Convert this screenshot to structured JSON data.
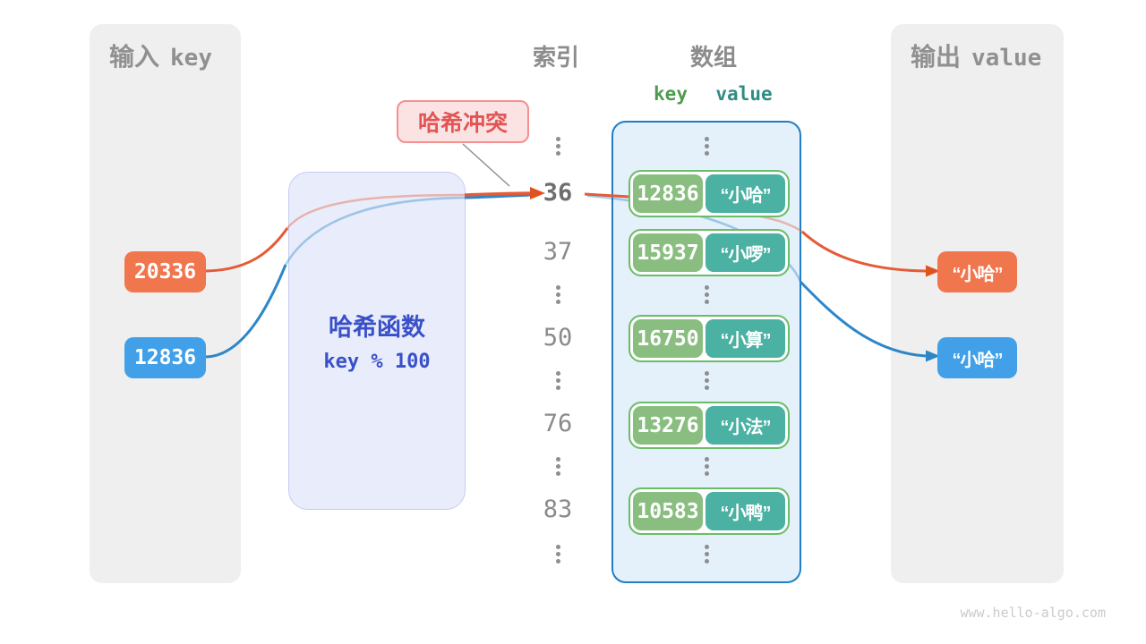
{
  "input_panel": {
    "title_cn": "输入",
    "title_en": "key",
    "keys": [
      {
        "value": "20336",
        "color": "#f0764e"
      },
      {
        "value": "12836",
        "color": "#41a0e8"
      }
    ]
  },
  "hash_function": {
    "title": "哈希函数",
    "formula": "key % 100"
  },
  "collision_label": {
    "text": "哈希冲突"
  },
  "index_column": {
    "title": "索引",
    "rows": [
      "36",
      "37",
      "50",
      "76",
      "83"
    ],
    "highlighted_row": "36"
  },
  "array_panel": {
    "title": "数组",
    "key_header": "key",
    "value_header": "value",
    "entries": [
      {
        "key": "12836",
        "value": "“小哈”"
      },
      {
        "key": "15937",
        "value": "“小啰”"
      },
      {
        "key": "16750",
        "value": "“小算”"
      },
      {
        "key": "13276",
        "value": "“小法”"
      },
      {
        "key": "10583",
        "value": "“小鸭”"
      }
    ]
  },
  "output_panel": {
    "title_cn": "输出",
    "title_en": "value",
    "values": [
      {
        "text": "“小哈”",
        "color": "#f0764e"
      },
      {
        "text": "“小哈”",
        "color": "#41a0e8"
      }
    ]
  },
  "watermark": "www.hello-algo.com",
  "colors": {
    "panel_bg": "#efefef",
    "orange_accent": "#e55b36",
    "blue_accent": "#2e86c9",
    "hash_box_bg": "#e9edfb",
    "hash_text": "#3a50c8",
    "collision_bg": "#fbe3e3",
    "collision_text": "#e25555",
    "array_border": "#1f7ec5",
    "array_bg": "#e4f0fa",
    "pair_border": "#6abd68",
    "key_cell": "#8abe80",
    "value_cell": "#4bb1a2",
    "key_header": "#4e9b4e",
    "value_header": "#2f8c82",
    "gray_text": "#8c8c8c"
  }
}
